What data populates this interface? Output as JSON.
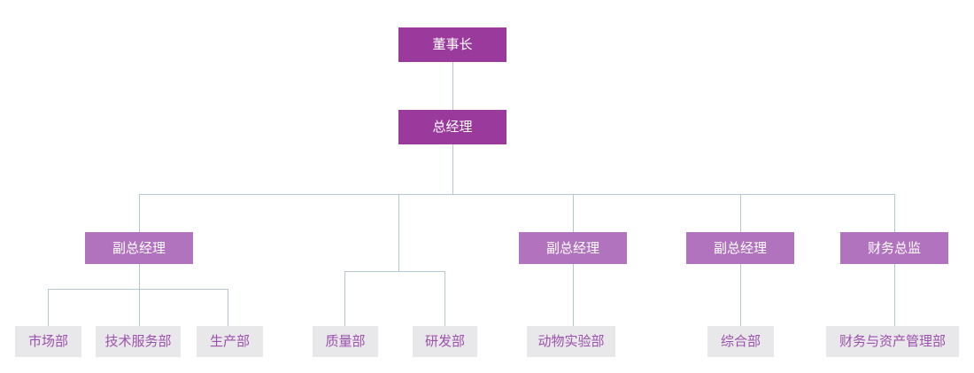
{
  "org": {
    "title": "company-organization-chart",
    "nodes": {
      "chairman": {
        "label": "董事长",
        "level": "executive"
      },
      "general_manager": {
        "label": "总经理",
        "level": "executive"
      },
      "deputy_gm_1": {
        "label": "副总经理",
        "level": "manager"
      },
      "deputy_gm_2": {
        "label": "副总经理",
        "level": "manager"
      },
      "deputy_gm_3": {
        "label": "副总经理",
        "level": "manager"
      },
      "finance_director": {
        "label": "财务总监",
        "level": "manager"
      },
      "marketing_dept": {
        "label": "市场部",
        "level": "department"
      },
      "tech_service_dept": {
        "label": "技术服务部",
        "level": "department"
      },
      "production_dept": {
        "label": "生产部",
        "level": "department"
      },
      "quality_dept": {
        "label": "质量部",
        "level": "department"
      },
      "rd_dept": {
        "label": "研发部",
        "level": "department"
      },
      "animal_lab_dept": {
        "label": "动物实验部",
        "level": "department"
      },
      "general_affairs_dept": {
        "label": "综合部",
        "level": "department"
      },
      "finance_asset_dept": {
        "label": "财务与资产管理部",
        "level": "department"
      }
    },
    "edges": [
      {
        "from": "chairman",
        "to": "general_manager"
      },
      {
        "from": "general_manager",
        "to": "deputy_gm_1"
      },
      {
        "from": "general_manager",
        "to": "quality_dept"
      },
      {
        "from": "general_manager",
        "to": "rd_dept"
      },
      {
        "from": "general_manager",
        "to": "deputy_gm_2"
      },
      {
        "from": "general_manager",
        "to": "deputy_gm_3"
      },
      {
        "from": "general_manager",
        "to": "finance_director"
      },
      {
        "from": "deputy_gm_1",
        "to": "marketing_dept"
      },
      {
        "from": "deputy_gm_1",
        "to": "tech_service_dept"
      },
      {
        "from": "deputy_gm_1",
        "to": "production_dept"
      },
      {
        "from": "deputy_gm_2",
        "to": "animal_lab_dept"
      },
      {
        "from": "deputy_gm_3",
        "to": "general_affairs_dept"
      },
      {
        "from": "finance_director",
        "to": "finance_asset_dept"
      }
    ],
    "colors": {
      "executive_box": "#9a3a9d",
      "manager_box": "#b173be",
      "department_box": "#e8e7e9",
      "department_text": "#9b51ad",
      "connector_line": "#b5c7d0",
      "background": "#ffffff"
    }
  }
}
